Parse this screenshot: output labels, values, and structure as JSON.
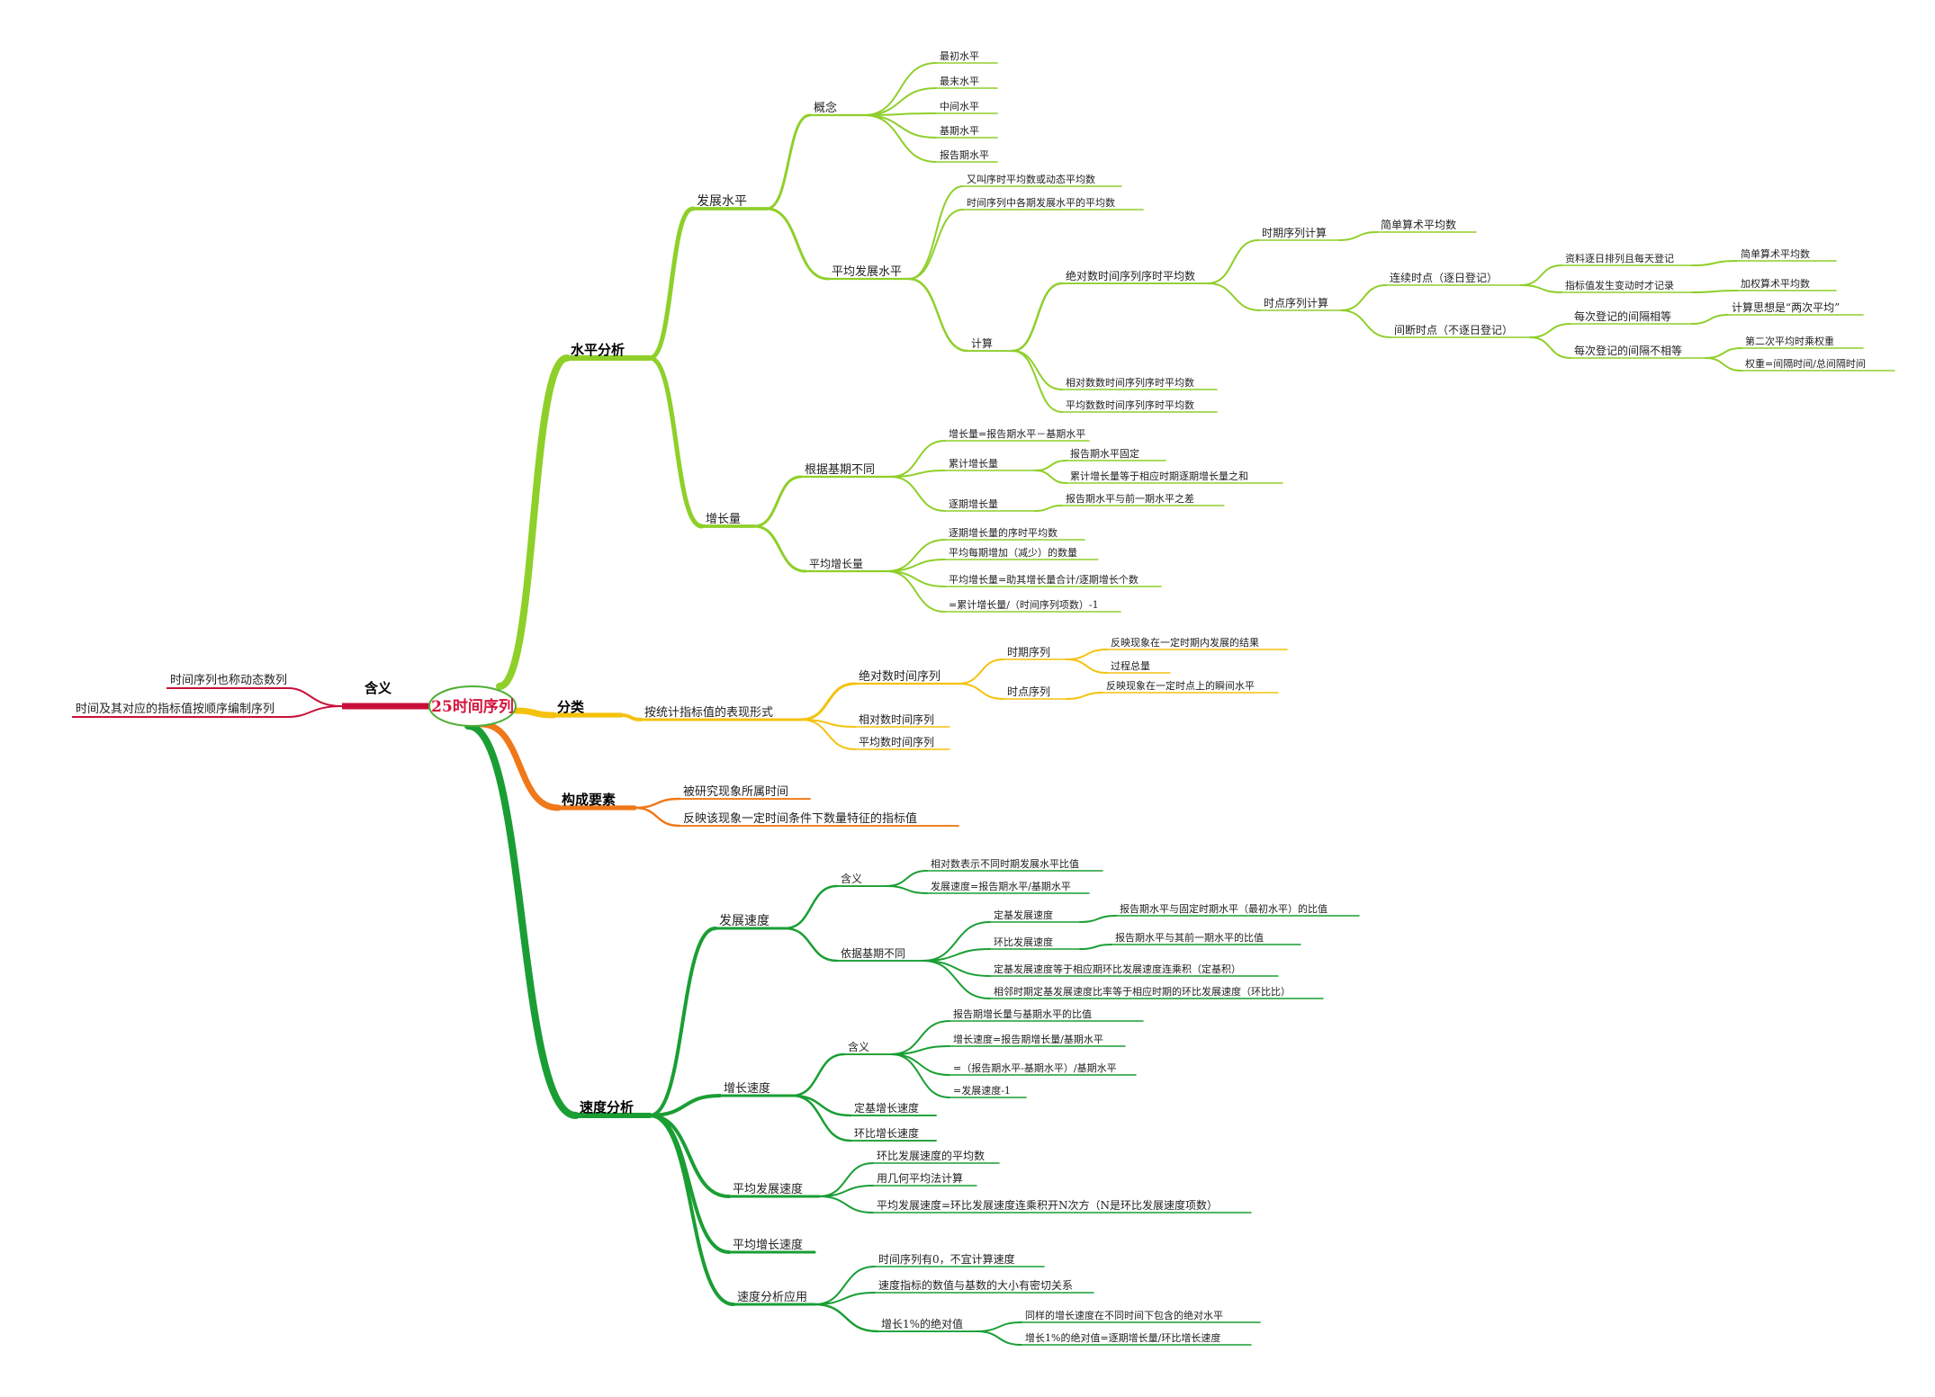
{
  "root": {
    "label": "25时间序列"
  },
  "colors": {
    "red": "#c8103a",
    "green_light": "#8fcf2a",
    "yellow": "#f4c20d",
    "orange": "#f07818",
    "green_dark": "#1a9e34"
  },
  "branches": {
    "meaning": {
      "label": "含义",
      "items": [
        "时间序列也称动态数列",
        "时间及其对应的指标值按顺序编制序列"
      ]
    },
    "level": {
      "label": "水平分析",
      "dev_level": {
        "label": "发展水平",
        "concept": {
          "label": "概念",
          "items": [
            "最初水平",
            "最末水平",
            "中间水平",
            "基期水平",
            "报告期水平"
          ]
        },
        "avg": {
          "label": "平均发展水平",
          "items": [
            "又叫序时平均数或动态平均数",
            "时间序列中各期发展水平的平均数"
          ],
          "calc": {
            "label": "计算",
            "abs": {
              "label": "绝对数时间序列序时平均数",
              "period": {
                "label": "时期序列计算",
                "item": "简单算术平均数"
              },
              "point": {
                "label": "时点序列计算",
                "cont": {
                  "label": "连续时点（逐日登记）",
                  "a": {
                    "label": "资料逐日排列且每天登记",
                    "item": "简单算术平均数"
                  },
                  "b": {
                    "label": "指标值发生变动时才记录",
                    "item": "加权算术平均数"
                  }
                },
                "interval": {
                  "label": "间断时点（不逐日登记）",
                  "a": {
                    "label": "每次登记的间隔相等",
                    "item": "计算思想是“两次平均”"
                  },
                  "b": {
                    "label": "每次登记的间隔不相等",
                    "items": [
                      "第二次平均时乘权重",
                      "权重=间隔时间/总间隔时间"
                    ]
                  }
                }
              }
            },
            "rel": "相对数数时间序列序时平均数",
            "avgnum": "平均数数时间序列序时平均数"
          }
        }
      },
      "growth": {
        "label": "增长量",
        "basis": {
          "label": "根据基期不同",
          "item1": "增长量=报告期水平－基期水平",
          "cum": {
            "label": "累计增长量",
            "items": [
              "报告期水平固定",
              "累计增长量等于相应时期逐期增长量之和"
            ]
          },
          "per": {
            "label": "逐期增长量",
            "item": "报告期水平与前一期水平之差"
          }
        },
        "avg": {
          "label": "平均增长量",
          "items": [
            "逐期增长量的序时平均数",
            "平均每期增加（减少）的数量",
            "平均增长量=助其增长量合计/逐期增长个数",
            "=累计增长量/（时间序列项数）-1"
          ]
        }
      }
    },
    "class": {
      "label": "分类",
      "form": {
        "label": "按统计指标值的表现形式",
        "abs": {
          "label": "绝对数时间序列",
          "period": {
            "label": "时期序列",
            "items": [
              "反映现象在一定时期内发展的结果",
              "过程总量"
            ]
          },
          "point": {
            "label": "时点序列",
            "item": "反映现象在一定时点上的瞬间水平"
          }
        },
        "rel": "相对数时间序列",
        "avg": "平均数时间序列"
      }
    },
    "components": {
      "label": "构成要素",
      "items": [
        "被研究现象所属时间",
        "反映该现象一定时间条件下数量特征的指标值"
      ]
    },
    "speed": {
      "label": "速度分析",
      "dev": {
        "label": "发展速度",
        "meaning": {
          "label": "含义",
          "items": [
            "相对数表示不同时期发展水平比值",
            "发展速度=报告期水平/基期水平"
          ]
        },
        "basis": {
          "label": "依据基期不同",
          "fixed": {
            "label": "定基发展速度",
            "item": "报告期水平与固定时期水平（最初水平）的比值"
          },
          "chain": {
            "label": "环比发展速度",
            "item": "报告期水平与其前一期水平的比值"
          },
          "items": [
            "定基发展速度等于相应期环比发展速度连乘积（定基积）",
            "相邻时期定基发展速度比率等于相应时期的环比发展速度（环比比）"
          ]
        }
      },
      "grow": {
        "label": "增长速度",
        "meaning": {
          "label": "含义",
          "items": [
            "报告期增长量与基期水平的比值",
            "增长速度=报告期增长量/基期水平",
            "=（报告期水平-基期水平）/基期水平",
            "=发展速度-1"
          ]
        },
        "fixed": "定基增长速度",
        "chain": "环比增长速度"
      },
      "avgdev": {
        "label": "平均发展速度",
        "items": [
          "环比发展速度的平均数",
          "用几何平均法计算",
          "平均发展速度=环比发展速度连乘积开N次方（N是环比发展速度项数）"
        ]
      },
      "avggrow": {
        "label": "平均增长速度"
      },
      "apply": {
        "label": "速度分析应用",
        "items": [
          "时间序列有0，不宜计算速度",
          "速度指标的数值与基数的大小有密切关系"
        ],
        "abs": {
          "label": "增长1%的绝对值",
          "items": [
            "同样的增长速度在不同时间下包含的绝对水平",
            "增长1%的绝对值=逐期增长量/环比增长速度"
          ]
        }
      }
    }
  }
}
